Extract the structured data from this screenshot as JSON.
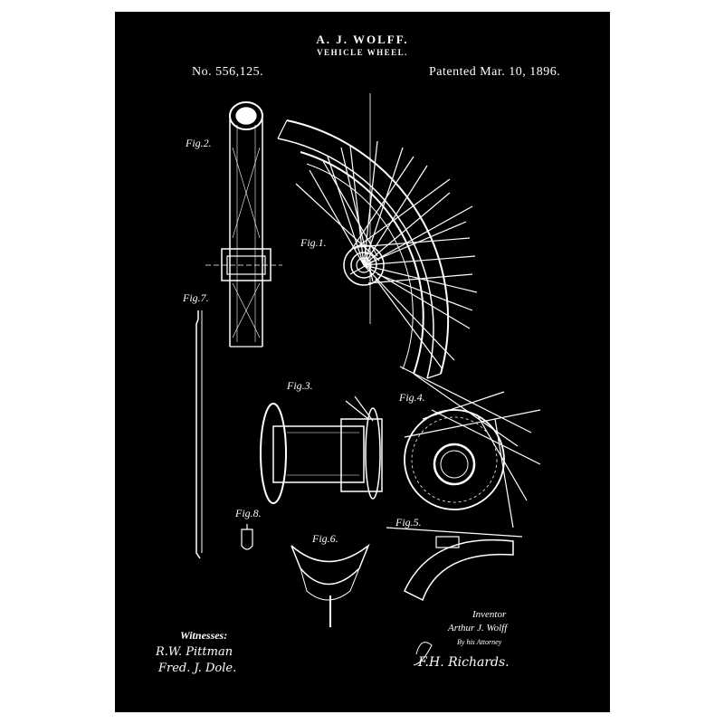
{
  "header": {
    "inventor_name": "A. J. WOLFF.",
    "title": "VEHICLE WHEEL.",
    "patent_no": "No. 556,125.",
    "patent_date": "Patented Mar. 10, 1896."
  },
  "figures": {
    "fig1": "Fig.1.",
    "fig2": "Fig.2.",
    "fig3": "Fig.3.",
    "fig4": "Fig.4.",
    "fig5": "Fig.5.",
    "fig6": "Fig.6.",
    "fig7": "Fig.7.",
    "fig8": "Fig.8."
  },
  "footer": {
    "witnesses_label": "Witnesses:",
    "witness_1": "R.W. Pittman",
    "witness_2": "Fred. J. Dole.",
    "inventor_label": "Inventor",
    "inventor_signature": "Arthur J. Wolff",
    "attorney_label": "By his Attorney",
    "attorney_signature": "F.H. Richards."
  },
  "colors": {
    "background": "#000000",
    "ink": "#ffffff",
    "frame": "#ffffff"
  }
}
